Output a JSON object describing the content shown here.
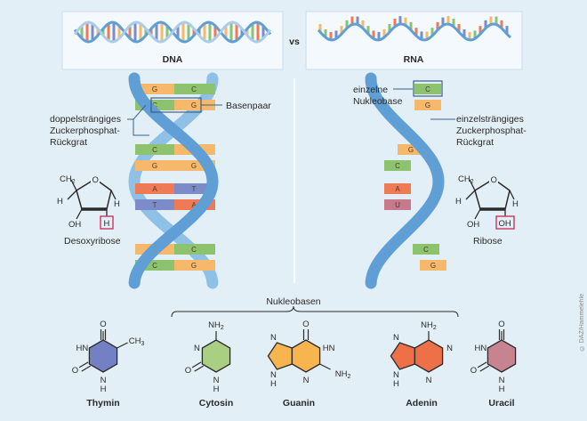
{
  "header": {
    "dna_label": "DNA",
    "vs_label": "vs",
    "rna_label": "RNA"
  },
  "dna": {
    "bases_left": [
      "G",
      "C",
      "C",
      "G",
      "A",
      "T",
      "G",
      "C"
    ],
    "bases_right": [
      "C",
      "G",
      "G",
      "G",
      "T",
      "A",
      "C",
      "G"
    ],
    "labels": {
      "basenpaar": "Basenpaar",
      "backbone_1": "doppelsträngiges",
      "backbone_2": "Zuckerphosphat-",
      "backbone_3": "Rückgrat",
      "sugar": "Desoxyribose",
      "sugar_group": "H"
    }
  },
  "rna": {
    "bases": [
      "C",
      "G",
      "G",
      "C",
      "A",
      "U",
      "C",
      "G"
    ],
    "labels": {
      "single_1": "einzelne",
      "single_2": "Nukleobase",
      "backbone_1": "einzelsträngiges",
      "backbone_2": "Zuckerphosphat-",
      "backbone_3": "Rückgrat",
      "sugar": "Ribose",
      "sugar_group": "OH"
    }
  },
  "sugar_atoms": {
    "ch2": "CH",
    "sub2": "2",
    "o": "O",
    "h": "H",
    "oh": "OH"
  },
  "nucleobases": {
    "title": "Nukleobasen",
    "atoms": {
      "nh2": "NH",
      "sub2": "2",
      "n": "N",
      "hn": "HN",
      "h": "H",
      "o": "O",
      "ch3": "CH",
      "sub3": "3"
    },
    "thymin": "Thymin",
    "cytosin": "Cytosin",
    "guanin": "Guanin",
    "adenin": "Adenin",
    "uracil": "Uracil"
  },
  "credit": "© DAZ/Hammelehle",
  "colors": {
    "background": "#e3eff7",
    "strand_light": "#a9cdea",
    "strand_dark": "#5f9fd6",
    "G": "#f6b86b",
    "C": "#8dc26f",
    "A": "#ef7b56",
    "T": "#7c8cc9",
    "U": "#c77a8b",
    "highlight": "#c83764",
    "thymin": "#7480c4",
    "cytosin": "#a8cf82",
    "guanin": "#f7b44f",
    "adenin": "#ee7046",
    "uracil": "#c88390"
  }
}
